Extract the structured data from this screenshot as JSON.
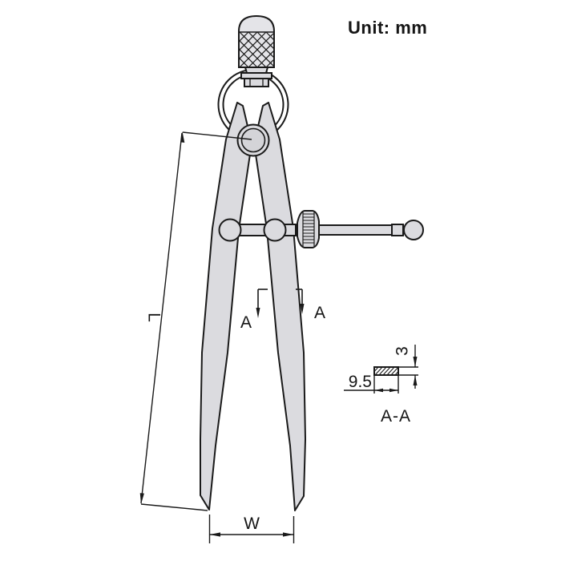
{
  "unit_label": "Unit: mm",
  "dimensions": {
    "length_label": "L",
    "width_label": "W",
    "section_marker_left": "A",
    "section_marker_right": "A"
  },
  "section_view": {
    "title": "A-A",
    "width_value": "9.5",
    "thickness_value": "3"
  },
  "colors": {
    "line": "#1a1a1a",
    "metal_fill": "#dbdbdf",
    "handle_fill": "#e4e4e8",
    "background": "#ffffff"
  }
}
